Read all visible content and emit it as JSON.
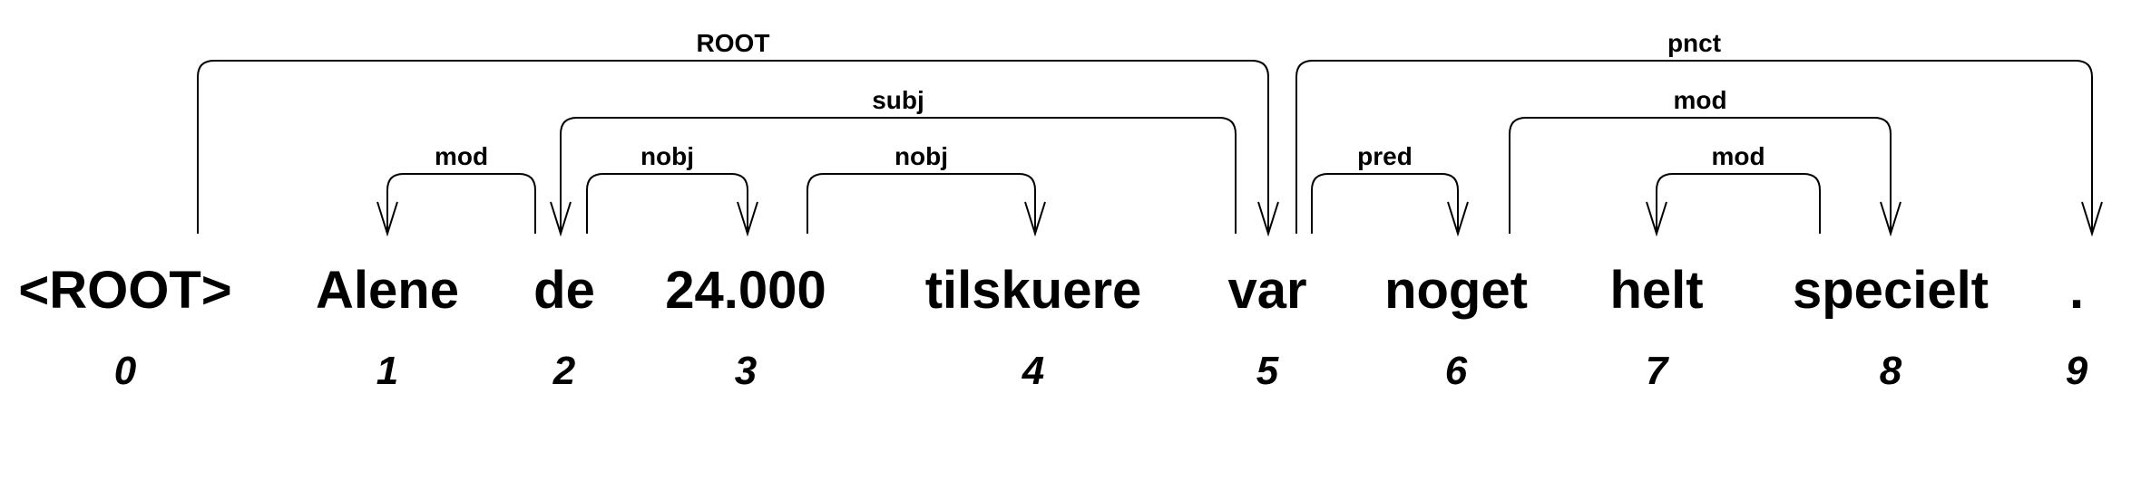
{
  "tokens": [
    {
      "index": "0",
      "word": "<ROOT>"
    },
    {
      "index": "1",
      "word": "Alene"
    },
    {
      "index": "2",
      "word": "de"
    },
    {
      "index": "3",
      "word": "24.000"
    },
    {
      "index": "4",
      "word": "tilskuere"
    },
    {
      "index": "5",
      "word": "var"
    },
    {
      "index": "6",
      "word": "noget"
    },
    {
      "index": "7",
      "word": "helt"
    },
    {
      "index": "8",
      "word": "specielt"
    },
    {
      "index": "9",
      "word": "."
    }
  ],
  "arcs": [
    {
      "label": "ROOT",
      "head": 0,
      "dependent": 5
    },
    {
      "label": "mod",
      "head": 2,
      "dependent": 1
    },
    {
      "label": "subj",
      "head": 5,
      "dependent": 2
    },
    {
      "label": "nobj",
      "head": 2,
      "dependent": 3
    },
    {
      "label": "nobj",
      "head": 3,
      "dependent": 4
    },
    {
      "label": "pnct",
      "head": 5,
      "dependent": 9
    },
    {
      "label": "pred",
      "head": 5,
      "dependent": 6
    },
    {
      "label": "mod",
      "head": 6,
      "dependent": 8
    },
    {
      "label": "mod",
      "head": 8,
      "dependent": 7
    }
  ]
}
